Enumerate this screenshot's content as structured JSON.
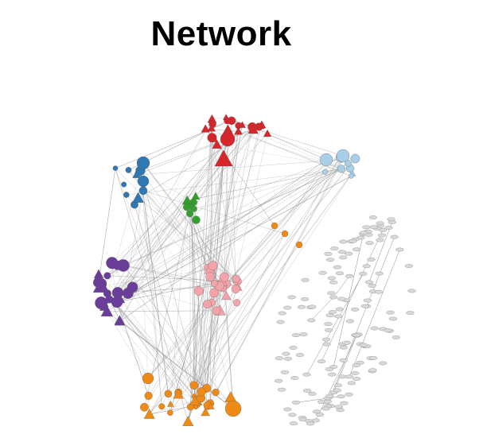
{
  "title": "Network",
  "modules": [
    {
      "name": "red",
      "color": "#d7262b"
    },
    {
      "name": "lightblue",
      "color": "#a9cfe8"
    },
    {
      "name": "blue",
      "color": "#2f78b3"
    },
    {
      "name": "green",
      "color": "#33a02c"
    },
    {
      "name": "purple",
      "color": "#6a3d9a"
    },
    {
      "name": "pink",
      "color": "#f4a3a8"
    },
    {
      "name": "orange",
      "color": "#ef8a17"
    },
    {
      "name": "grey",
      "color": "#d9d9d9"
    }
  ],
  "node_shapes": [
    "circle",
    "triangle"
  ],
  "edge_color": "#9a9a9a"
}
